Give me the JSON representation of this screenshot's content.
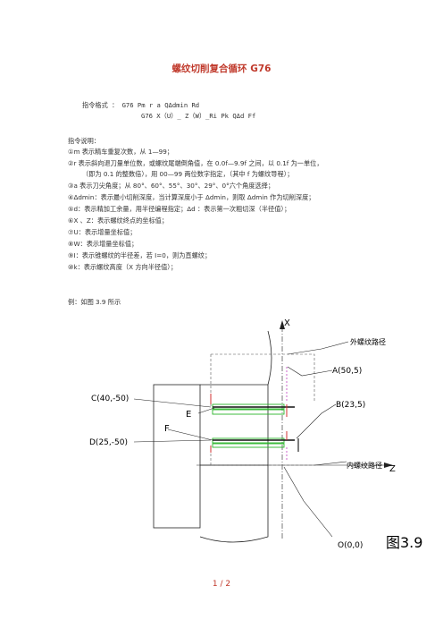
{
  "title": "螺纹切削复合循环 G76",
  "format": {
    "label": "指令格式 ： G76 Pm r a QΔdmin Rd",
    "line2": "G76 X（U）_ Z（W）_Ri Pk QΔd Ff"
  },
  "explain": {
    "heading": "指令说明：",
    "items": [
      "①m 表示精车重复次数，从 1—99；",
      "②r 表示斜向退刀量单位数，或螺纹尾端倒角值，在 0.0f—9.9f 之间，以 0.1f 为一单位，",
      "（即为 0.1 的整数倍），用 00—99 两位数字指定，（其中 f 为螺纹导程）；",
      "③a 表示刀尖角度；从 80°、60°、55°、30°、29°、0°六个角度选择；",
      "④Δdmin：表示最小切削深度，当计算深度小于 Δdmin，则取 Δdmin 作为切削深度；",
      "⑤d：表示精加工余量，用半径编程指定；Δd ：表示第一次粗切深（半径值）；",
      "⑥X 、Z：表示螺纹终点的坐标值；",
      "⑦U：表示增量坐标值；",
      "⑧W：表示增量坐标值；",
      "⑨I：表示锥螺纹的半径差，若 I=0，则为直螺纹；",
      "⑩k：表示螺纹高度（X 方向半径值）；"
    ]
  },
  "example": "例：如图 3.9 所示",
  "figure": {
    "axis_x": "X",
    "axis_z": "Z",
    "label_outer": "外螺纹路径",
    "label_inner": "内螺纹路径",
    "point_a": "A(50,5)",
    "point_b": "B(23,5)",
    "point_c": "C(40,-50)",
    "point_d": "D(25,-50)",
    "point_o": "O(0,0)",
    "label_e": "E",
    "label_f": "F",
    "fig_label": "图3.9"
  },
  "footer": "1 / 2"
}
